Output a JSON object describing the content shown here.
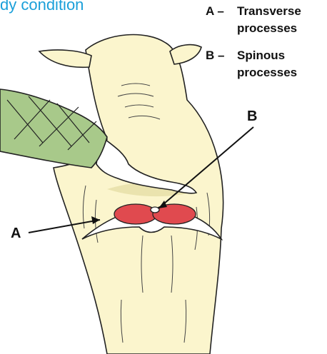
{
  "diagram": {
    "title": "dy condition",
    "legend": [
      {
        "key": "A –",
        "text": "Transverse processes"
      },
      {
        "key": "B –",
        "text": "Spinous processes"
      }
    ],
    "callouts": {
      "a": "A",
      "b": "B"
    },
    "colors": {
      "title": "#1a9fd9",
      "fleece": "#fbf5cd",
      "glove": "#a8c98a",
      "muscle": "#e04a4f",
      "bone": "#ffffff",
      "outline": "#222222"
    }
  }
}
